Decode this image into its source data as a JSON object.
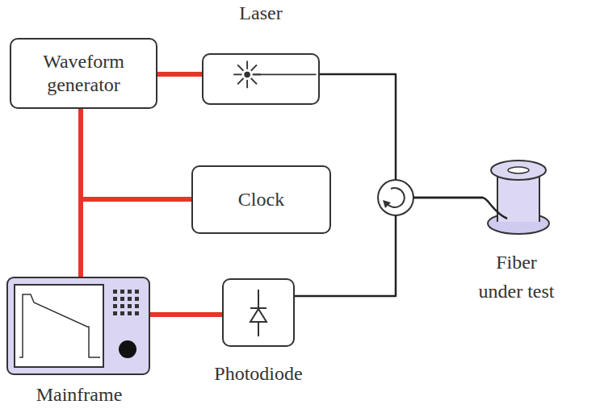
{
  "diagram": {
    "nodes": [
      {
        "text": [
          "Waveform generator"
        ]
      },
      {
        "text": [
          "Laser"
        ]
      },
      {
        "text": [
          "Clock"
        ]
      },
      {
        "text": [
          "Mainframe"
        ]
      },
      {
        "text": [
          "Photodiode"
        ]
      },
      {
        "text": [
          "Fiber under test"
        ]
      }
    ],
    "edges": [
      {
        "from": 0,
        "to": 1,
        "arrow": "none"
      },
      {
        "from": 0,
        "to": 3,
        "arrow": "none"
      },
      {
        "from": 2,
        "to": 0,
        "arrow": "none"
      },
      {
        "from": 2,
        "to": 3,
        "arrow": "none"
      },
      {
        "from": 3,
        "to": 4,
        "arrow": "none"
      },
      {
        "from": 1,
        "to": 5,
        "arrow": "none"
      },
      {
        "from": 5,
        "to": 4,
        "arrow": "none"
      }
    ]
  }
}
